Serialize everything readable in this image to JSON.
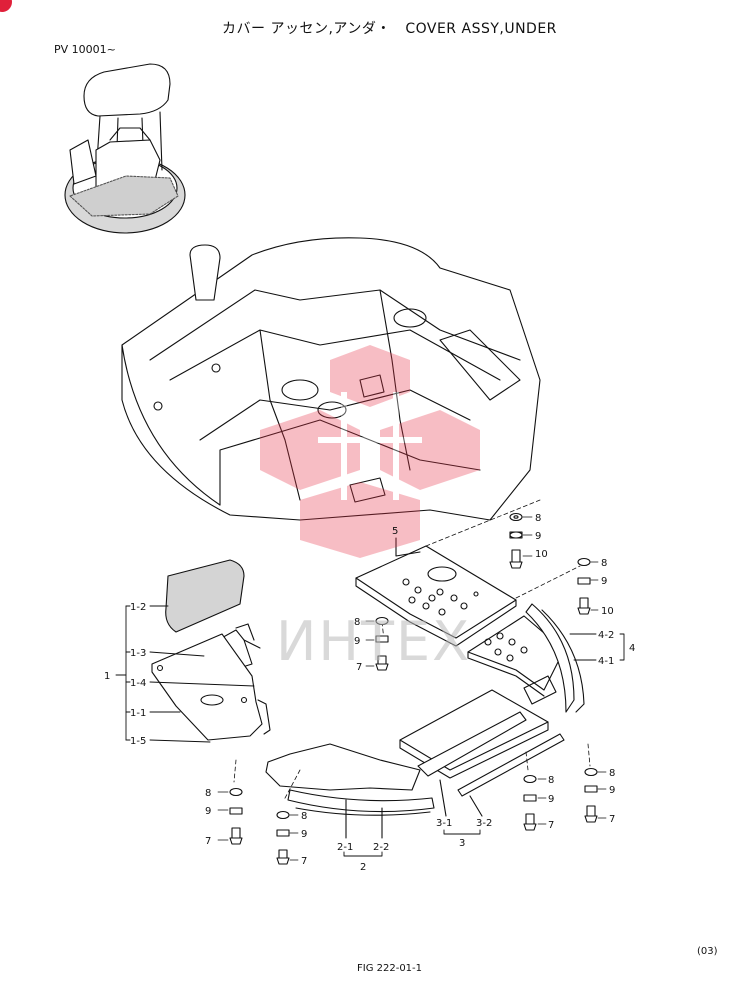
{
  "title": "カバー アッセン,アンダ・　COVER ASSY,UNDER",
  "serial": "PV 10001~",
  "watermark": "ИНТЕХ",
  "page_number": "(03)",
  "figure": "FIG  222-01-1",
  "colors": {
    "line": "#111111",
    "watermark_red": "#e8354a",
    "watermark_gray": "#b9b9b9",
    "shade": "#cfcfcf"
  },
  "callouts": {
    "p1": "1",
    "p1_2": "1-2",
    "p1_3": "1-3",
    "p1_4": "1-4",
    "p1_1": "1-1",
    "p1_5": "1-5",
    "p2": "2",
    "p2_1": "2-1",
    "p2_2": "2-2",
    "p3": "3",
    "p3_1": "3-1",
    "p3_2": "3-2",
    "p4": "4",
    "p4_1": "4-1",
    "p4_2": "4-2",
    "p5": "5",
    "p7": "7",
    "p8": "8",
    "p9": "9",
    "p10": "10"
  }
}
